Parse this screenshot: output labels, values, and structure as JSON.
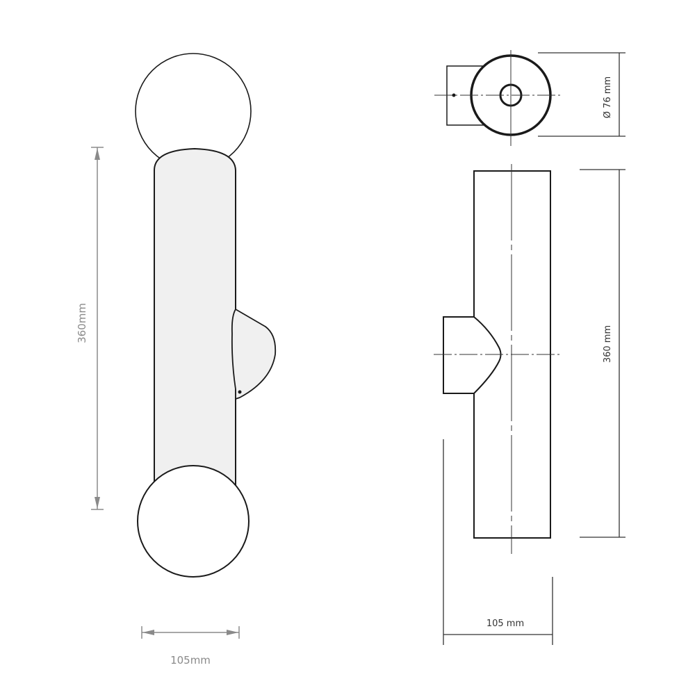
{
  "diagram": {
    "type": "technical-dimension-drawing",
    "subject": "wall light with two globe shades",
    "views": [
      {
        "name": "front-view",
        "description": "tube body with top and bottom globe shades and wall bracket"
      },
      {
        "name": "top-view",
        "description": "circular tube section with bracket"
      },
      {
        "name": "side-view",
        "description": "tube body with wall bracket and center lines"
      }
    ]
  },
  "front_view": {
    "height_label": "360mm",
    "width_label": "105mm"
  },
  "top_view": {
    "diameter_label": "Ø 76 mm"
  },
  "side_view": {
    "height_label": "360 mm",
    "width_label": "105 mm"
  },
  "colors": {
    "outline": "#1a1a1a",
    "body_fill": "#f0f0f0",
    "grey_dimension": "#8a8a8a",
    "dark_dimension": "#333333"
  }
}
